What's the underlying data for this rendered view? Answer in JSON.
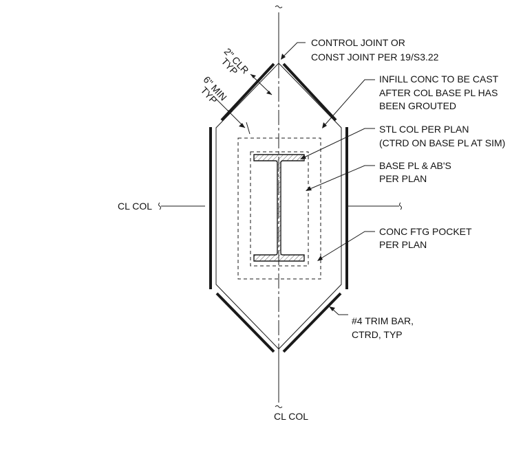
{
  "labels": {
    "control_joint": [
      "CONTROL JOINT OR",
      "CONST JOINT PER 19/S3.22"
    ],
    "infill": [
      "INFILL CONC TO BE CAST",
      "AFTER COL BASE PL HAS",
      "BEEN GROUTED"
    ],
    "stl_col": [
      "STL COL PER PLAN",
      "(CTRD ON BASE PL AT SIM)"
    ],
    "base_pl": [
      "BASE PL & AB'S",
      "PER PLAN"
    ],
    "conc_ftg": [
      "CONC FTG  POCKET",
      "PER PLAN"
    ],
    "trim_bar": [
      "#4 TRIM BAR,",
      "CTRD, TYP"
    ],
    "clr": [
      "2\" CLR",
      "TYP"
    ],
    "min": [
      "6\" MIN",
      "TYP"
    ],
    "cl_col_left": "CL COL",
    "cl_col_bottom": "CL COL"
  },
  "colors": {
    "ink": "#1a1a1a",
    "hatch": "#555555"
  }
}
